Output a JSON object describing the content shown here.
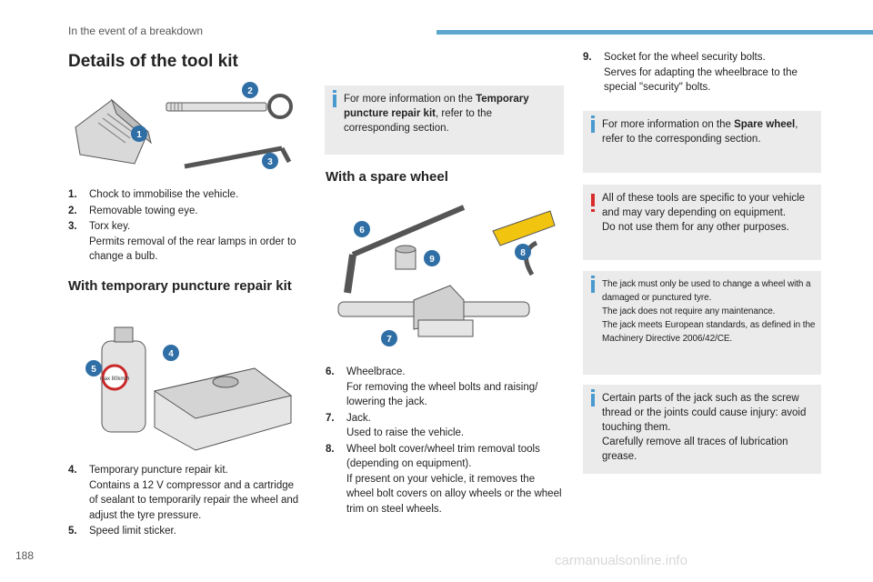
{
  "header": {
    "section": "In the event of a breakdown"
  },
  "title": "Details of the tool kit",
  "tool_kit_list": [
    {
      "num": "1.",
      "lines": [
        "Chock to immobilise the vehicle."
      ]
    },
    {
      "num": "2.",
      "lines": [
        "Removable towing eye."
      ]
    },
    {
      "num": "3.",
      "lines": [
        "Torx key.",
        "Permits removal of the rear lamps in order to change a bulb."
      ]
    }
  ],
  "repair_kit": {
    "heading": "With temporary puncture repair kit",
    "list": [
      {
        "num": "4.",
        "lines": [
          "Temporary puncture repair kit.",
          "Contains a 12 V compressor and a cartridge of sealant to temporarily repair the wheel and adjust the tyre pressure."
        ]
      },
      {
        "num": "5.",
        "lines": [
          "Speed limit sticker."
        ]
      }
    ],
    "sticker_text": "max 80km/h"
  },
  "info_repair": {
    "pre": "For more information on the ",
    "bold": "Temporary puncture repair kit",
    "post": ", refer to the corresponding section."
  },
  "spare_wheel": {
    "heading": "With a spare wheel",
    "list": [
      {
        "num": "6.",
        "lines": [
          "Wheelbrace.",
          "For removing the wheel bolts and raising/ lowering the jack."
        ]
      },
      {
        "num": "7.",
        "lines": [
          "Jack.",
          "Used to raise the vehicle."
        ]
      },
      {
        "num": "8.",
        "lines": [
          "Wheel bolt cover/wheel trim removal tools (depending on equipment).",
          "If present on your vehicle, it removes the wheel bolt covers on alloy wheels or the wheel trim on steel wheels."
        ]
      }
    ]
  },
  "item9": {
    "num": "9.",
    "lines": [
      "Socket for the wheel security bolts.",
      "Serves for adapting the wheelbrace to the special \"security\" bolts."
    ]
  },
  "info_spare": {
    "pre": "For more information on the ",
    "bold": "Spare wheel",
    "post": ", refer to the corresponding section."
  },
  "warning_box": {
    "lines": [
      "All of these tools are specific to your vehicle and may vary depending on equipment.",
      "Do not use them for any other purposes."
    ]
  },
  "jack_box": {
    "lines": [
      "The jack must only be used to change a wheel with a damaged or punctured tyre.",
      "The jack does not require any maintenance.",
      "The jack meets European standards, as defined in the Machinery Directive 2006/42/CE."
    ]
  },
  "screw_box": {
    "lines": [
      "Certain parts of the jack such as the screw thread or the joints could cause injury: avoid touching them.",
      "Carefully remove all traces of lubrication grease."
    ]
  },
  "callouts": [
    "1",
    "2",
    "3",
    "4",
    "5",
    "6",
    "7",
    "8",
    "9"
  ],
  "page_number": "188",
  "watermark": "carmanualsonline.info",
  "colors": {
    "accent": "#5da7cf",
    "info_marker": "#4a9ad0",
    "warning_marker": "#d92c2c",
    "callout": "#2f6fa6",
    "box_bg": "#ebebeb"
  }
}
